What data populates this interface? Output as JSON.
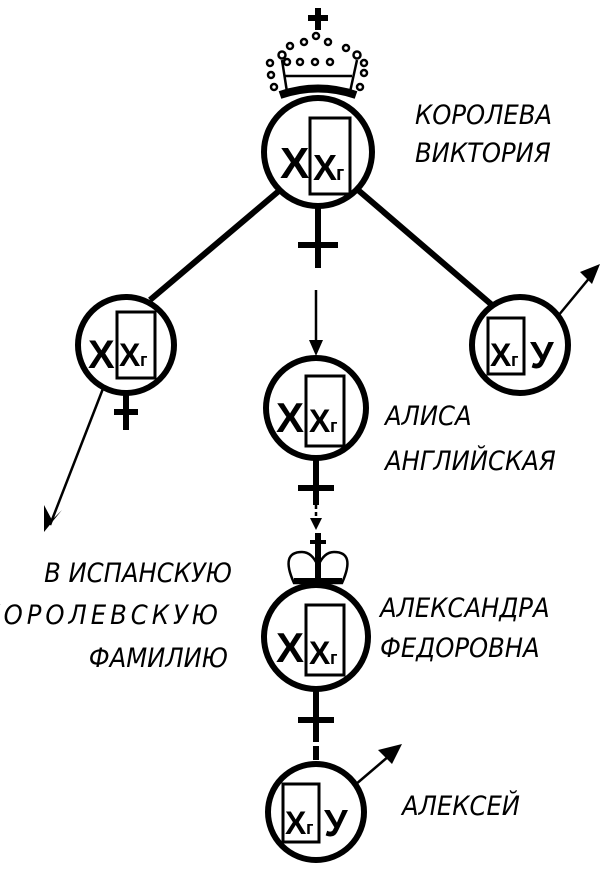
{
  "labels": {
    "victoria": [
      "КОРОЛЕВА",
      "ВИКТОРИЯ"
    ],
    "alice": [
      "АЛИСА",
      "АНГЛИЙСКАЯ"
    ],
    "alexandra": [
      "АЛЕКСАНДРА",
      "ФЕДОРОВНА"
    ],
    "alexei": "АЛЕКСЕЙ",
    "spain": [
      "В ИСПАНСКУЮ",
      "КОРОЛЕВСКУЮ",
      "ФАМИЛИЮ"
    ]
  },
  "genotypes": {
    "normal_x": "X",
    "carrier_x": "X",
    "carrier_sub": "г",
    "y": "У"
  },
  "icons": [
    "crown-icon",
    "female-symbol-icon",
    "male-symbol-icon",
    "arrow-icon"
  ]
}
